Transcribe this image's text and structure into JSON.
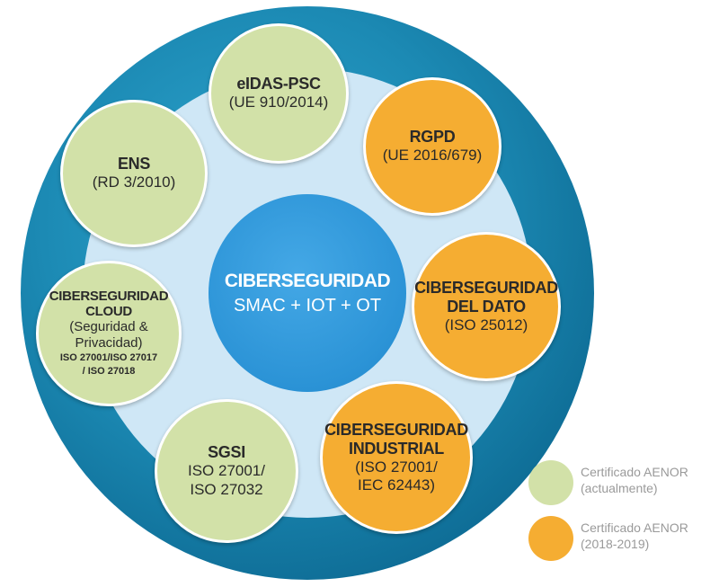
{
  "center": {
    "title": "CIBERSEGURIDAD",
    "subtitle": "SMAC + IOT + OT"
  },
  "nodes": {
    "eidas": {
      "title": "eIDAS-PSC",
      "line1": "(UE 910/2014)"
    },
    "rgpd": {
      "title": "RGPD",
      "line1": "(UE 2016/679)"
    },
    "ens": {
      "title": "ENS",
      "line1": "(RD 3/2010)"
    },
    "dato": {
      "title1": "CIBERSEGURIDAD",
      "title2": "DEL DATO",
      "line1": "(ISO 25012)"
    },
    "cloud": {
      "title1": "CIBERSEGURIDAD",
      "title2": "CLOUD",
      "line1": "(Seguridad &",
      "line2": "Privacidad)",
      "small1": "ISO 27001/ISO 27017",
      "small2": "/ ISO 27018"
    },
    "industrial": {
      "title1": "CIBERSEGURIDAD",
      "title2": "INDUSTRIAL",
      "line1": "(ISO 27001/",
      "line2": "IEC 62443)"
    },
    "sgsi": {
      "title": "SGSI",
      "line1": "ISO 27001/",
      "line2": "ISO 27032"
    }
  },
  "legend": {
    "current": {
      "line1": "Certificado AENOR",
      "line2": "(actualmente)",
      "color": "#d2e1a8"
    },
    "future": {
      "line1": "Certificado AENOR",
      "line2": "(2018-2019)",
      "color": "#f5ad32"
    }
  }
}
